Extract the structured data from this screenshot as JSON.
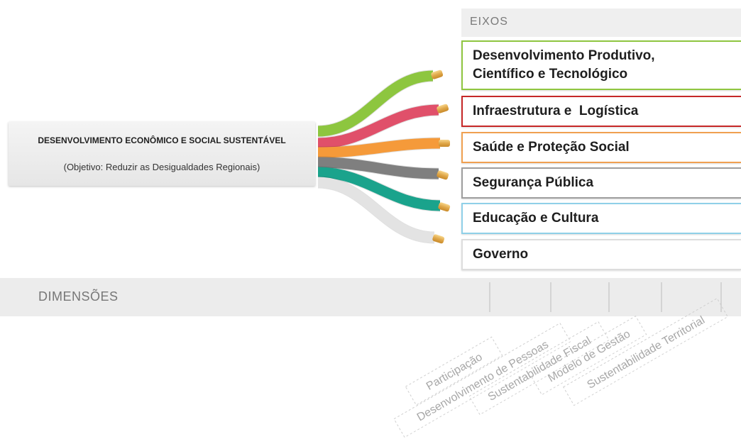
{
  "objective": {
    "title": "DESENVOLVIMENTO ECONÔMICO E SOCIAL SUSTENTÁVEL",
    "subtitle": "(Objetivo: Reduzir as Desigualdades Regionais)"
  },
  "eixos_header": "EIXOS",
  "eixos": [
    {
      "label_lines": [
        "Desenvolvimento Produtivo,",
        "Científico e Tecnológico"
      ],
      "color": "#8fc640",
      "cable_color": "#8dc63f"
    },
    {
      "label_lines": [
        "Infraestrutura e  Logística"
      ],
      "color": "#c62828",
      "cable_color": "#e0506a"
    },
    {
      "label_lines": [
        "Saúde e Proteção Social"
      ],
      "color": "#f0a050",
      "cable_color": "#f59a3a"
    },
    {
      "label_lines": [
        "Segurança Pública"
      ],
      "color": "#9e9e9e",
      "cable_color": "#7f7f7f"
    },
    {
      "label_lines": [
        "Educação e Cultura"
      ],
      "color": "#8fd0e8",
      "cable_color": "#1aa38c"
    },
    {
      "label_lines": [
        "Governo"
      ],
      "color": "#dddddd",
      "cable_color": "#e3e3e3"
    }
  ],
  "dimensoes_header": "DIMENSÕES",
  "dimensoes": [
    "Participação",
    "Desenvolvimento de Pessoas",
    "Sustentabilidade Fiscal",
    "Modelo de Gestão",
    "Sustentabilidade Territorial"
  ]
}
